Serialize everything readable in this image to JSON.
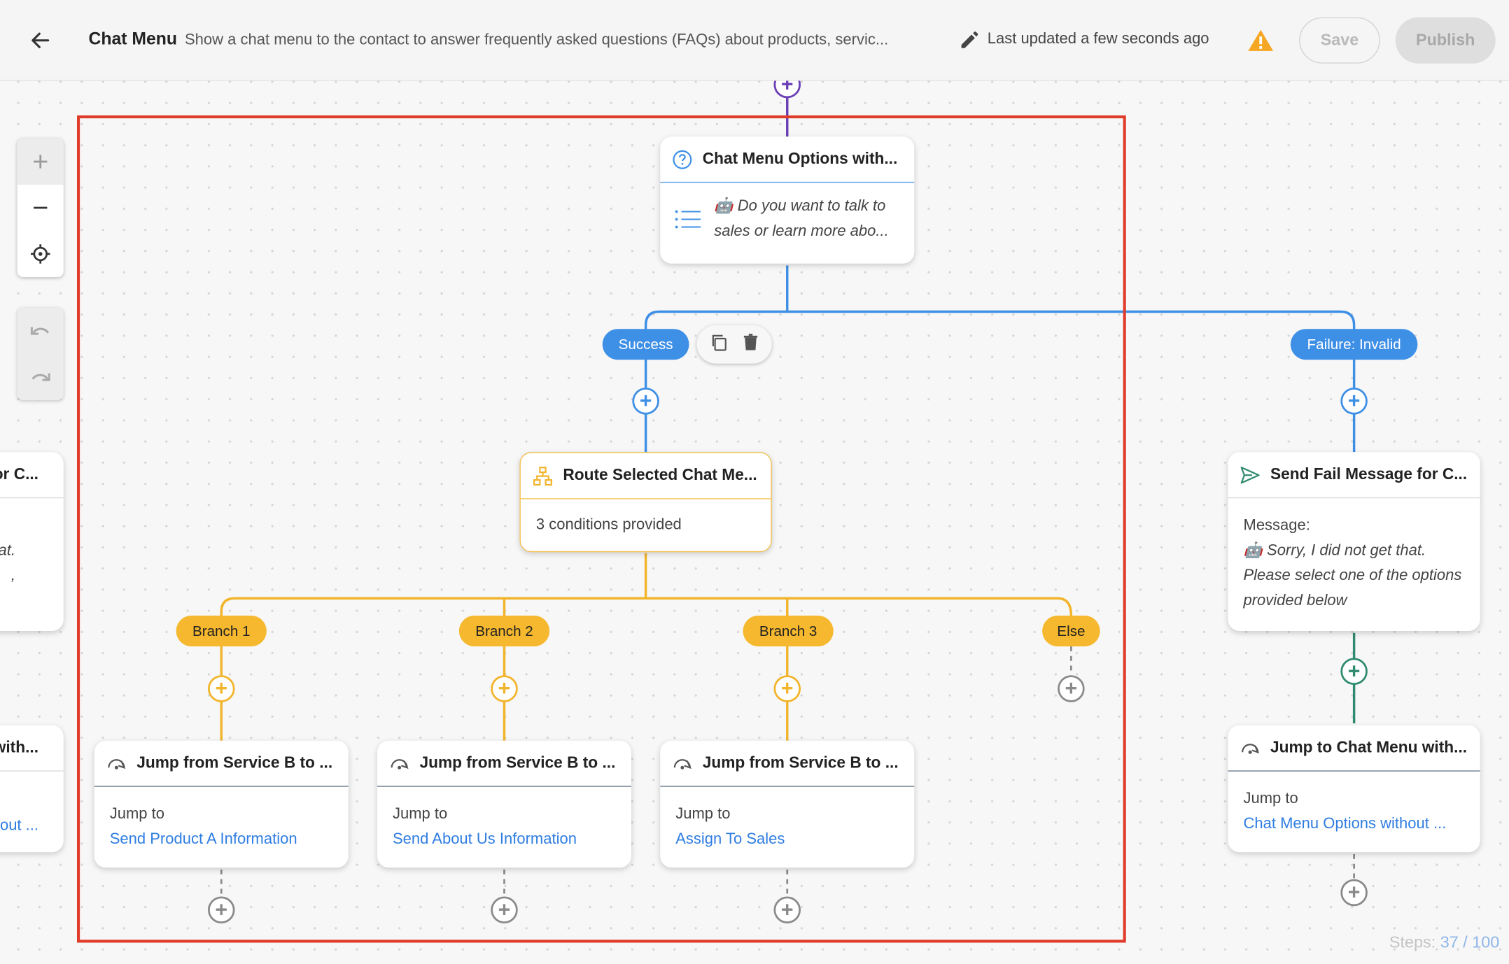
{
  "header": {
    "title": "Chat Menu",
    "description": "Show a chat menu to the contact to answer frequently asked questions (FAQs) about products, servic...",
    "last_updated": "Last updated a few seconds ago",
    "save_label": "Save",
    "publish_label": "Publish"
  },
  "nodes": {
    "chat_menu_options": {
      "title": "Chat Menu Options with...",
      "body": "Do you want to talk to sales or learn more abo..."
    },
    "route": {
      "title": "Route Selected Chat Me...",
      "body": "3 conditions provided"
    },
    "fail_message": {
      "title": "Send Fail Message for C...",
      "label": "Message:",
      "body": "Sorry, I did not get that. Please select one of the options provided below"
    },
    "jump1": {
      "title": "Jump from Service B to ...",
      "label": "Jump to",
      "target": "Send Product A Information"
    },
    "jump2": {
      "title": "Jump from Service B to ...",
      "label": "Jump to",
      "target": "Send About Us Information"
    },
    "jump3": {
      "title": "Jump from Service B to ...",
      "label": "Jump to",
      "target": "Assign To Sales"
    },
    "jump_menu": {
      "title": "Jump to Chat Menu with...",
      "label": "Jump to",
      "target": "Chat Menu Options without ..."
    },
    "left_partial_top": {
      "title": "or C...",
      "line1": "at.",
      "line2": ","
    },
    "left_partial_bottom": {
      "title": "with...",
      "target": "out ..."
    }
  },
  "pills": {
    "success": "Success",
    "failure": "Failure: Invalid",
    "branch1": "Branch 1",
    "branch2": "Branch 2",
    "branch3": "Branch 3",
    "else": "Else"
  },
  "steps": {
    "label": "Steps:",
    "current": "37",
    "max": "100"
  },
  "icons": [
    "back-arrow-icon",
    "pencil-icon",
    "warning-icon",
    "zoom-in-icon",
    "zoom-out-icon",
    "recenter-icon",
    "undo-icon",
    "redo-icon",
    "help-circle-icon",
    "list-icon",
    "route-icon",
    "send-icon",
    "jump-icon",
    "copy-icon",
    "trash-icon",
    "plus-circle-icon"
  ],
  "colors": {
    "accent_blue": "#3e8fe6",
    "branch_yellow": "#f5b82e",
    "selection_red": "#e03c2b",
    "link_blue": "#2f7de1",
    "connector_green": "#2f8a6f",
    "entry_purple": "#6a3fb6"
  }
}
